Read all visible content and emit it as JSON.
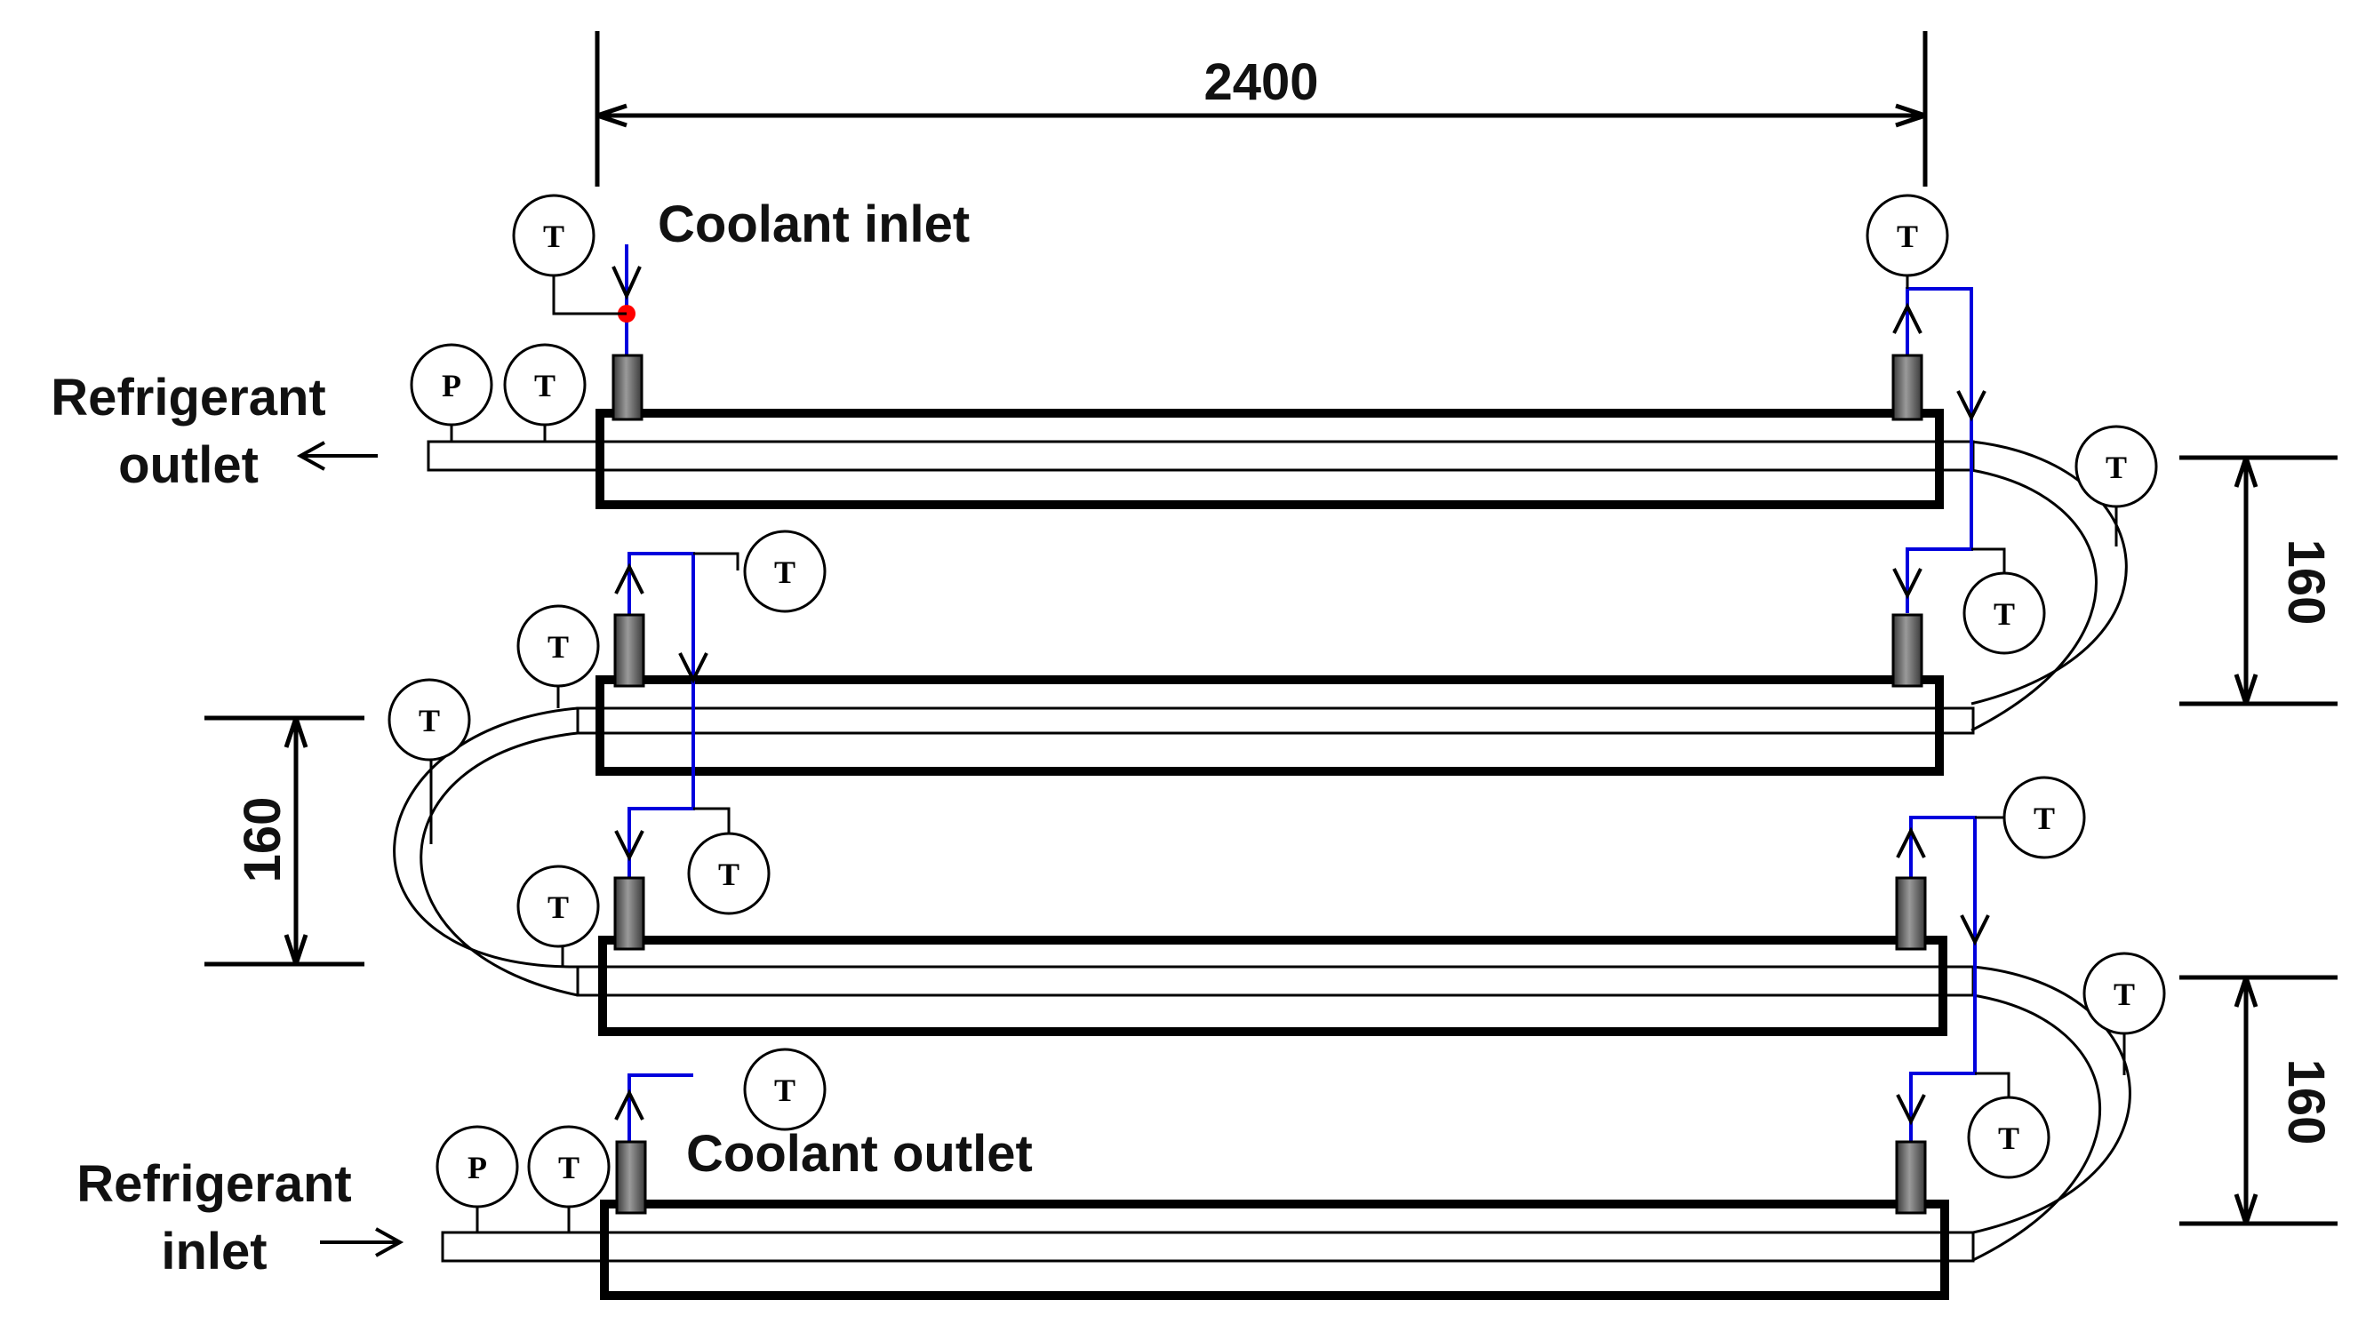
{
  "labels": {
    "coolant_inlet": "Coolant inlet",
    "coolant_outlet": "Coolant outlet",
    "refrigerant_outlet_line1": "Refrigerant",
    "refrigerant_outlet_line2": "outlet",
    "refrigerant_inlet_line1": "Refrigerant",
    "refrigerant_inlet_line2": "inlet"
  },
  "dimensions": {
    "length": "2400",
    "spacing_right_upper": "160",
    "spacing_left": "160",
    "spacing_right_lower": "160"
  },
  "sensor_labels": {
    "temperature": "T",
    "pressure": "P"
  },
  "colors": {
    "coolant_line": "#0000dd",
    "tube_outline": "#000000",
    "connector_fill": "#6d6d6d",
    "inlet_marker": "#ff0000"
  }
}
